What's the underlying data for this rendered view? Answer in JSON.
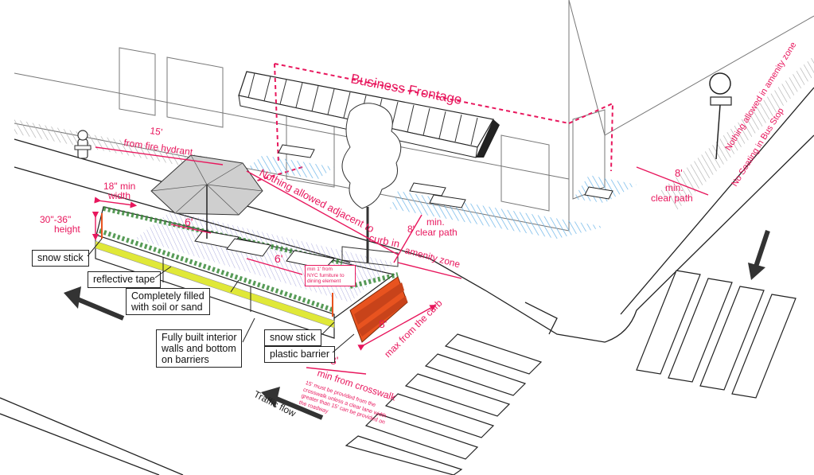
{
  "labels": {
    "business_frontage": "Business Frontage",
    "fire_hydrant_num": "15'",
    "fire_hydrant_text": "from fire hydrant",
    "min_width_a": "18\" min",
    "min_width_b": "width",
    "height_a": "30\"-36\"",
    "height_b": "height",
    "six_ft_1": "6'",
    "six_ft_2": "6'",
    "nothing_adjacent": "Nothing allowed adjacent to",
    "curb_in": "curb in",
    "clear_path_left_num": "8'",
    "clear_path_left_a": "min.",
    "clear_path_left_b": "clear path",
    "amenity_zone": "amenity zone",
    "clear_path_right_num": "8'",
    "clear_path_right_a": "min.",
    "clear_path_right_b": "clear path",
    "nothing_amenity": "Nothing allowed in amenity zone",
    "no_seating_bus": "No Seating in Bus Stop",
    "max_curb_num": "8'",
    "max_curb_text": "max from the curb",
    "crosswalk_num": "8'",
    "crosswalk_text": "min from crosswalk",
    "crosswalk_note": "15' must be provided from the crosswalk unless a clear lane width greater than 15' can be provided on the roadway",
    "traffic_flow": "Traffic flow",
    "nyc_note": "min 1' from\nNYC furniture to\ndining element"
  },
  "callouts": {
    "snow_stick_left": "snow stick",
    "reflective_tape": "reflective tape",
    "filled_a": "Completely filled",
    "filled_b": "with soil or sand",
    "walls_a": "Fully built interior",
    "walls_b": "walls and bottom",
    "walls_c": "on barriers",
    "snow_stick_right": "snow stick",
    "plastic_barrier": "plastic barrier"
  },
  "colors": {
    "annotation": "#e8175d",
    "barrier": "#e8531f",
    "tape": "#e0e838",
    "planting": "#3a8a3a",
    "sidewalk_hatch": "#6ab4e8",
    "line": "#222222"
  },
  "icons": [
    "fire-hydrant-icon",
    "umbrella-icon",
    "tree-icon",
    "street-sign-icon",
    "traffic-arrow-icon"
  ]
}
